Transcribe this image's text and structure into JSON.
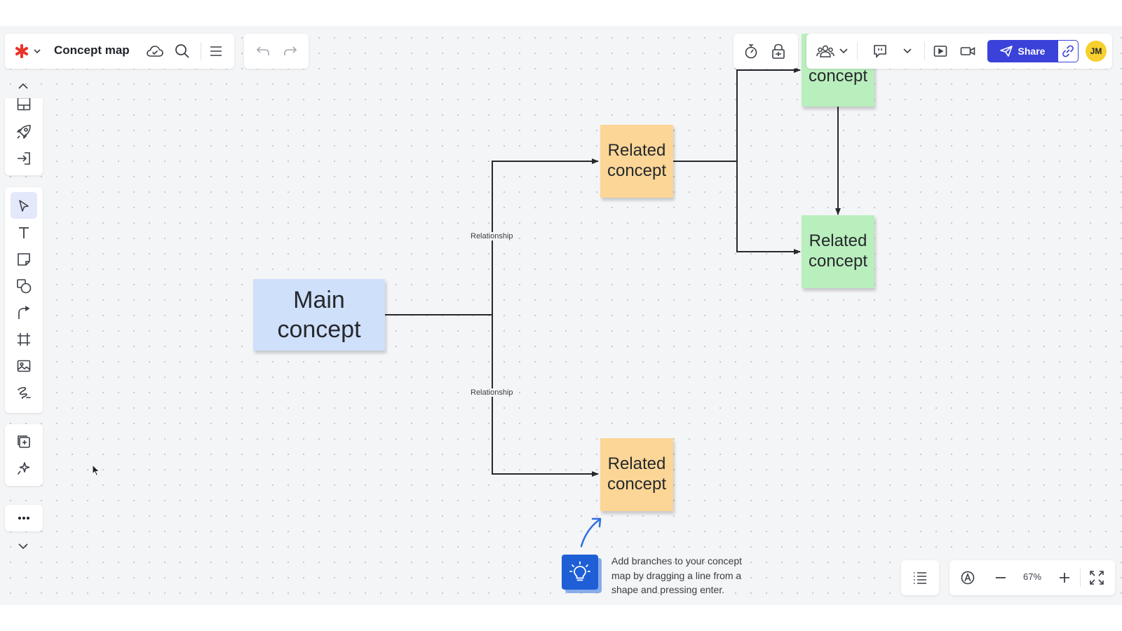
{
  "header": {
    "title": "Concept map",
    "share_label": "Share",
    "avatar_initials": "JM"
  },
  "canvas": {
    "main_concept": "Main\nconcept",
    "related_top_left": "Related\nconcept",
    "related_top_right_partial": "concept",
    "related_mid_right": "Related\nconcept",
    "related_bottom": "Related\nconcept",
    "relationship_upper": "Relationship",
    "relationship_lower": "Relationship"
  },
  "tip": {
    "text": "Add branches to your concept map by dragging a line from a shape and pressing enter."
  },
  "footer": {
    "zoom_level": "67%"
  },
  "colors": {
    "accent": "#3b42d9",
    "logo": "#e8342a",
    "note_orange": "#fcd697",
    "note_green": "#b9eebd",
    "note_blue": "#cfe0fb",
    "avatar": "#f7cf2e"
  }
}
